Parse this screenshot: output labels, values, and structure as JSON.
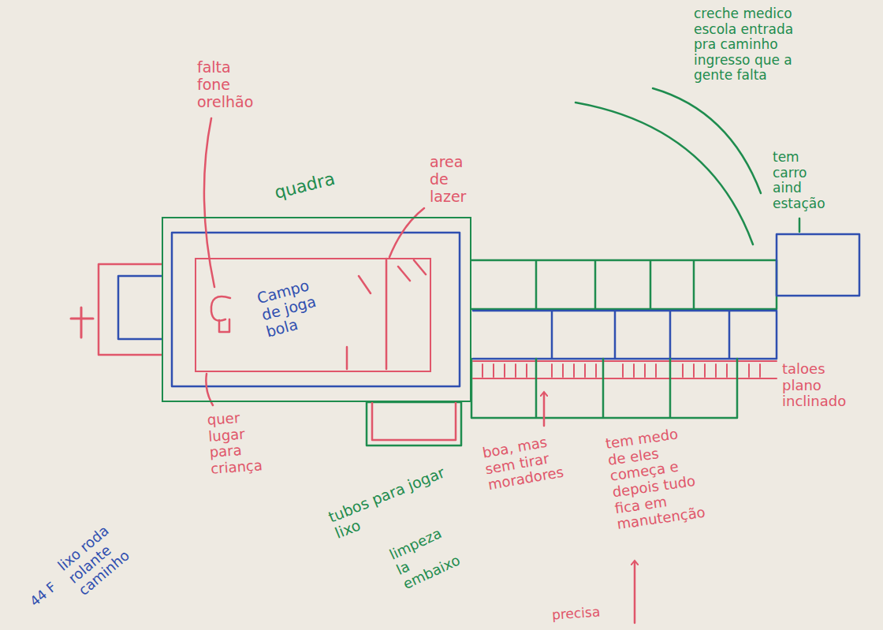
{
  "diagram": {
    "nodes": [
      {
        "text": [
          "quadra"
        ]
      },
      {
        "text": [
          "Campo de joga bola"
        ],
        "in": 0
      }
    ],
    "labels": [
      "falta fone orelhão",
      "area de lazer",
      "creche medico escola entrada pra caminho ingresso que a gente falta",
      "tem carro aind estação",
      "taloes plano inclinado",
      "quer lugar para criança",
      "tubos para jogar lixo",
      "boa, mas sem tirar moradores",
      "tem medo de eles começa e depois tudo fica em manutenção",
      "limpeza la embaixo",
      "precisa",
      "lixo roda rolante caminho",
      "44 F"
    ]
  }
}
